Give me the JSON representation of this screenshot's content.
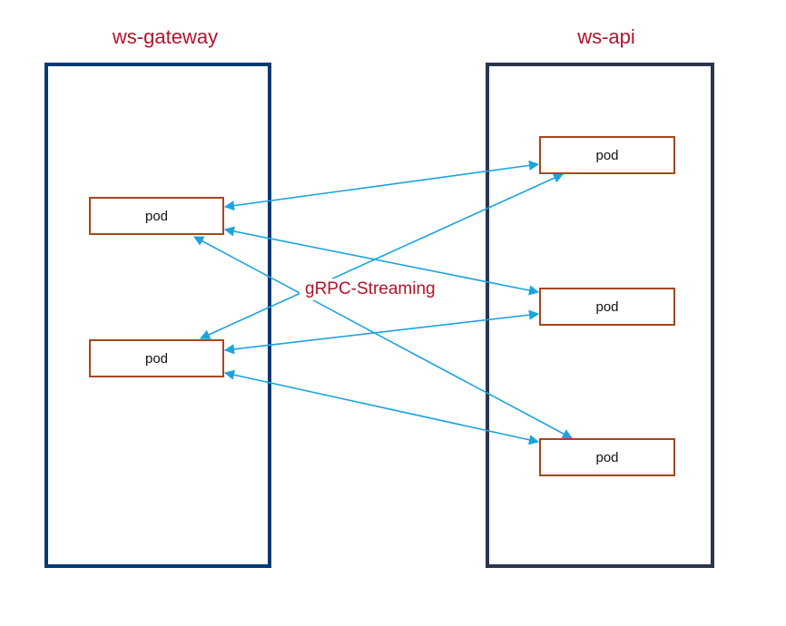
{
  "gateway": {
    "title": "ws-gateway",
    "pods": [
      {
        "label": "pod"
      },
      {
        "label": "pod"
      }
    ]
  },
  "api": {
    "title": "ws-api",
    "pods": [
      {
        "label": "pod"
      },
      {
        "label": "pod"
      },
      {
        "label": "pod"
      }
    ]
  },
  "connection": {
    "label": "gRPC-Streaming"
  },
  "colors": {
    "title_text": "#b0142a",
    "gateway_border": "#003a70",
    "api_border": "#2a3550",
    "pod_border": "#a6471a",
    "arrow": "#1aa3e0"
  }
}
